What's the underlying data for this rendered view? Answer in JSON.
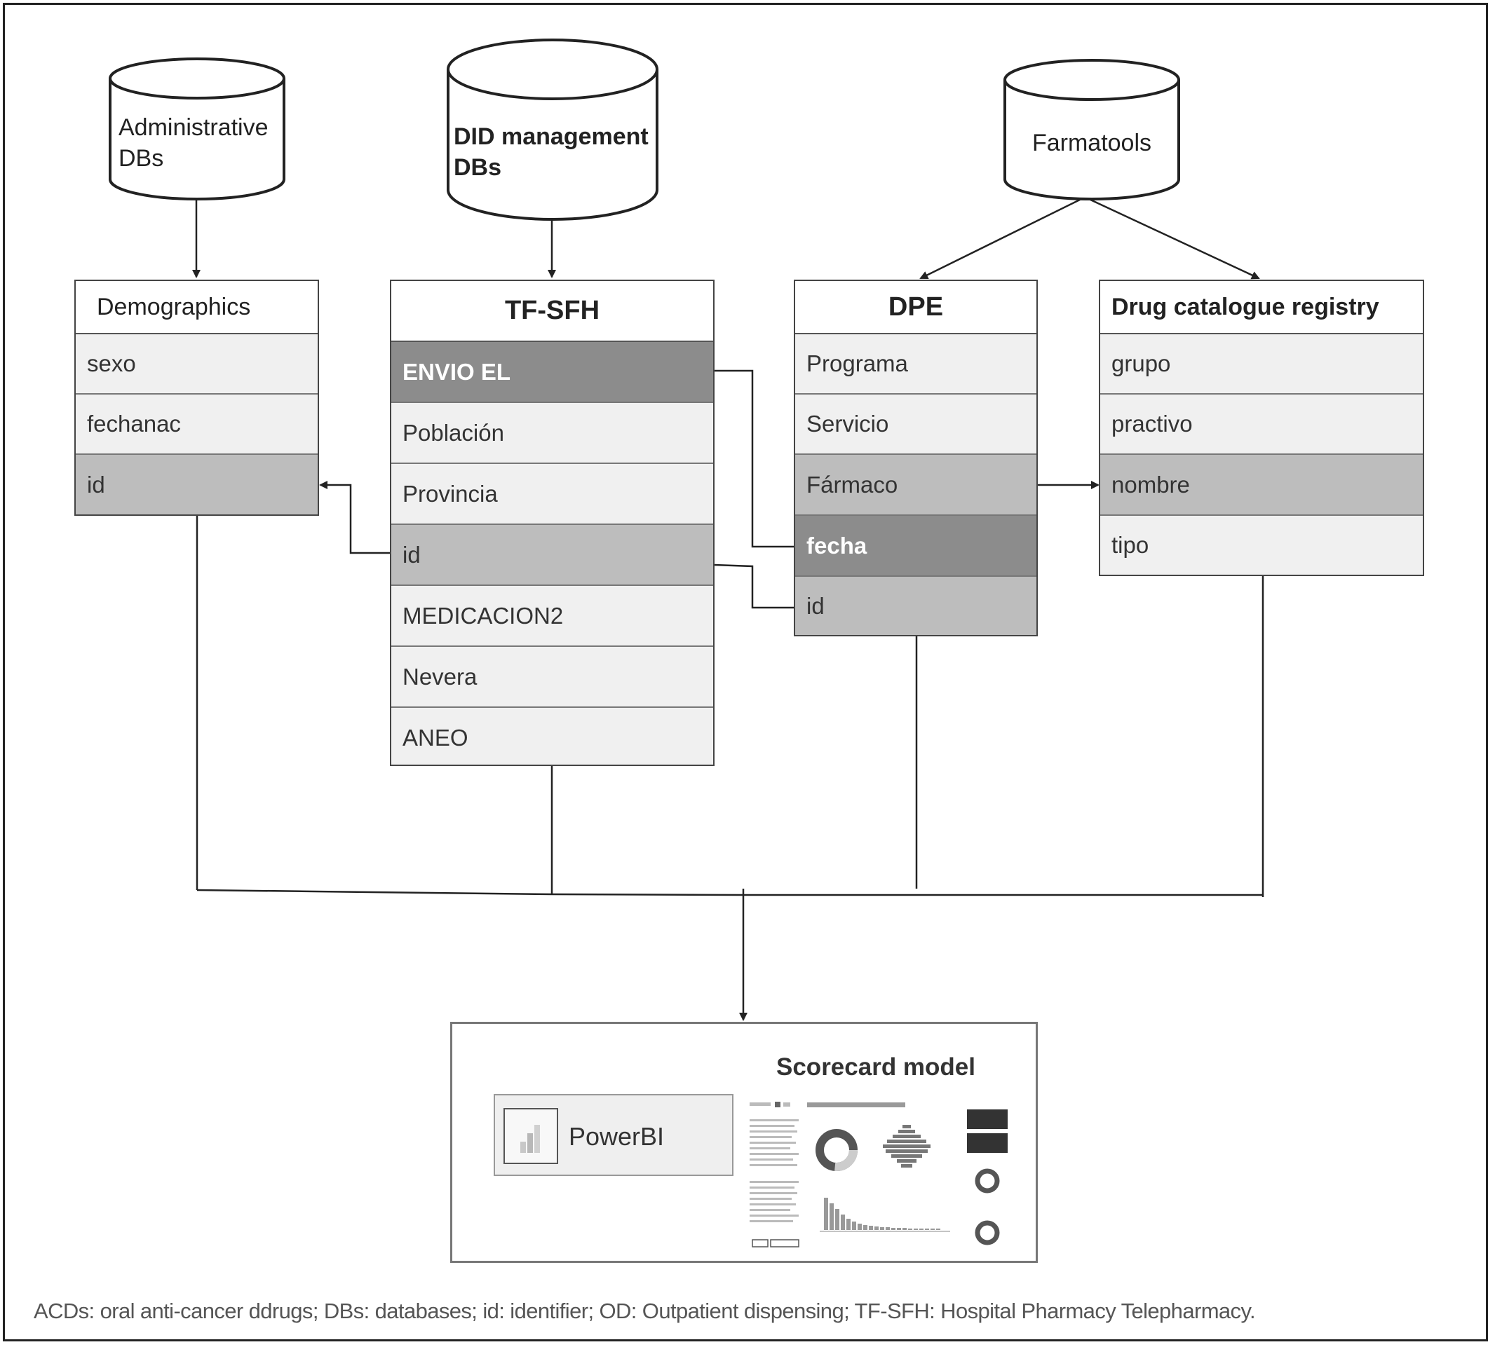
{
  "sources": {
    "administrative": "Administrative DBs",
    "did_management": "DID management DBs",
    "farmatools": "Farmatools"
  },
  "tables": {
    "demographics": {
      "title": "Demographics",
      "fields": [
        "sexo",
        "fechanac",
        "id"
      ]
    },
    "tfsfh": {
      "title": "TF-SFH",
      "fields": [
        "ENVIO EL",
        "Población",
        "Provincia",
        "id",
        "MEDICACION2",
        "Nevera",
        "ANEO"
      ]
    },
    "dpe": {
      "title": "DPE",
      "fields": [
        "Programa",
        "Servicio",
        "Fármaco",
        "fecha",
        "id"
      ]
    },
    "drug_catalogue": {
      "title": "Drug catalogue registry",
      "fields": [
        "grupo",
        "practivo",
        "nombre",
        "tipo"
      ]
    }
  },
  "scorecard": {
    "title": "Scorecard model",
    "tool": "PowerBI",
    "thumbnail_icon": "dashboard-thumbnail"
  },
  "caption": "ACDs: oral anti-cancer ddrugs; DBs: databases; id: identifier; OD: Outpatient dispensing; TF-SFH: Hospital Pharmacy Telepharmacy.",
  "colors": {
    "field_bg": "#f0f0f0",
    "key_mid": "#bdbdbd",
    "key_dark": "#8c8c8c",
    "line": "#222222"
  }
}
